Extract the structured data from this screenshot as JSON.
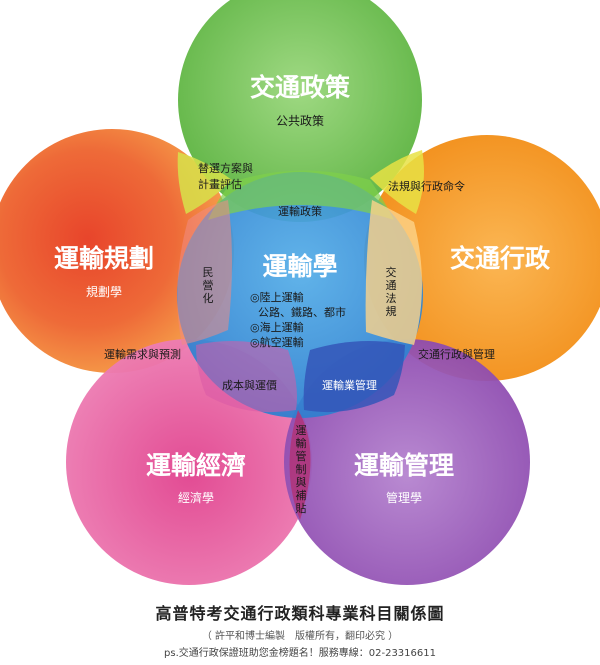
{
  "circles": {
    "policy": {
      "title": "交通政策",
      "sub": "公共政策",
      "color": "#6cc24a"
    },
    "admin": {
      "title": "交通行政",
      "sub": "",
      "color": "#f7941d"
    },
    "planning": {
      "title": "運輸規劃",
      "sub": "規劃學",
      "color": "#ec4a34"
    },
    "economics": {
      "title": "運輸經濟",
      "sub": "經濟學",
      "color": "#e23d8e"
    },
    "management": {
      "title": "運輸管理",
      "sub": "管理學",
      "color": "#9e5bbd"
    },
    "center": {
      "title": "運輸學",
      "color": "#3a8fd9"
    }
  },
  "overlaps": {
    "policy_planning": [
      "替選方案與",
      "計畫評估"
    ],
    "policy_admin": "法規與行政命令",
    "policy_center": "運輸政策",
    "planning_center": [
      "民",
      "營",
      "化"
    ],
    "admin_center": [
      "交",
      "通",
      "法",
      "規"
    ],
    "planning_economics": "運輸需求與預測",
    "admin_management": "交通行政與管理",
    "economics_center": "成本與運價",
    "management_center": "運輸業管理",
    "economics_management": [
      "運",
      "輸",
      "管",
      "制",
      "與",
      "補",
      "貼"
    ]
  },
  "center_list": [
    "◎陸上運輸",
    "公路、鐵路、都市",
    "◎海上運輸",
    "◎航空運輸"
  ],
  "footer": {
    "title": "高普特考交通行政類科專業科目關係圖",
    "note": "（ 許平和博士編製　版權所有，翻印必究 ）",
    "ps": "ps.交通行政保證班助您金榜題名！服務專線：02-23316611"
  }
}
